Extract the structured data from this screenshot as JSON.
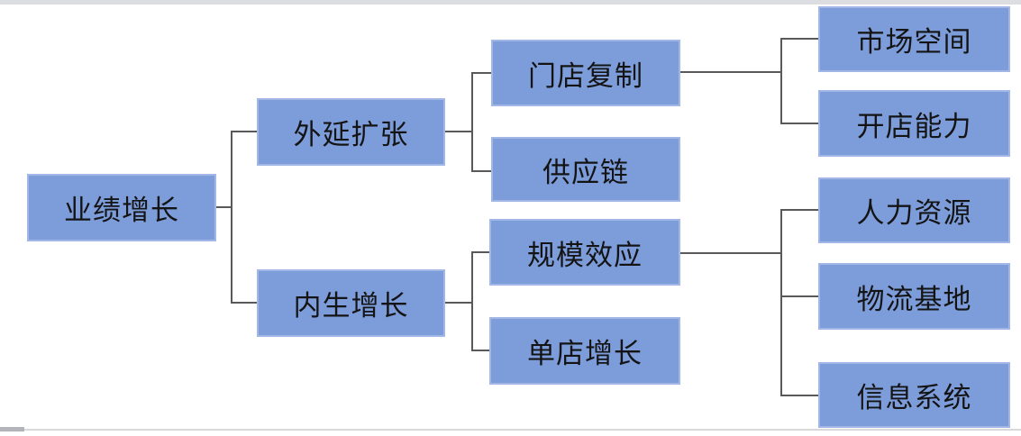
{
  "diagram": {
    "type": "hierarchy-tree",
    "orientation": "left-to-right",
    "node_fill_color": "#7d9cda",
    "node_border_color": "#a2b7e6",
    "connector_color": "#595959",
    "text_color": "#141414",
    "nodes": {
      "root": {
        "label": "业绩增长"
      },
      "waiyan": {
        "label": "外延扩张"
      },
      "neisheng": {
        "label": "内生增长"
      },
      "mendian": {
        "label": "门店复制"
      },
      "gongying": {
        "label": "供应链"
      },
      "guimo": {
        "label": "规模效应"
      },
      "dandian": {
        "label": "单店增长"
      },
      "shichang": {
        "label": "市场空间"
      },
      "kaidian": {
        "label": "开店能力"
      },
      "renli": {
        "label": "人力资源"
      },
      "wuliu": {
        "label": "物流基地"
      },
      "xinxi": {
        "label": "信息系统"
      }
    },
    "tree": {
      "label": "业绩增长",
      "children": [
        {
          "label": "外延扩张",
          "children": [
            {
              "label": "门店复制",
              "children": [
                {
                  "label": "市场空间"
                },
                {
                  "label": "开店能力"
                }
              ]
            },
            {
              "label": "供应链"
            }
          ]
        },
        {
          "label": "内生增长",
          "children": [
            {
              "label": "规模效应",
              "children": [
                {
                  "label": "人力资源"
                },
                {
                  "label": "物流基地"
                },
                {
                  "label": "信息系统"
                }
              ]
            },
            {
              "label": "单店增长"
            }
          ]
        }
      ]
    }
  }
}
